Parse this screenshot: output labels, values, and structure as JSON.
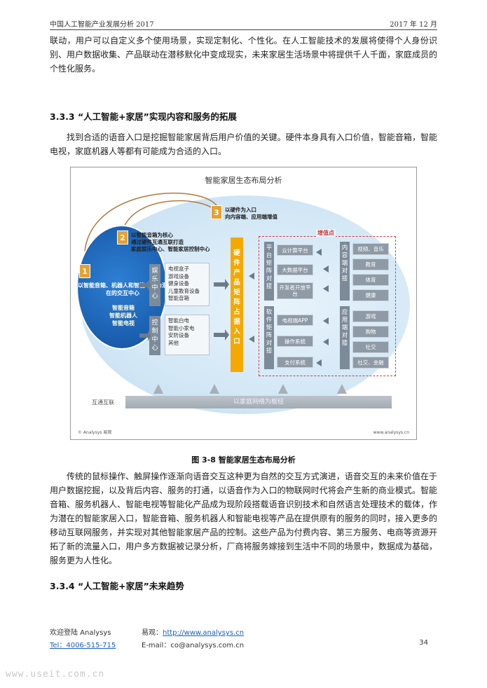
{
  "header": {
    "left": "中国人工智能产业发展分析 2017",
    "right": "2017 年 12 月"
  },
  "body": {
    "p1": "联动，用户可以自定义多个使用场景，实现定制化、个性化。在人工智能技术的发展将使得个人身份识别、用户数据收集、产品联动在潜移默化中变成现实，未来家居生活场景中将提供千人千面，家庭成员的个性化服务。",
    "section1": "3.3.3 “人工智能+家居”实现内容和服务的拓展",
    "p2": "找到合适的语音入口是挖掘智能家居背后用户价值的关键。硬件本身具有入口价值，智能音箱，智能电视，家庭机器人等都有可能成为合适的入口。",
    "p3": "传统的鼠标操作、触屏操作逐渐向语音交互这种更为自然的交互方式演进，语音交互的未来价值在于用户数据挖掘，以及背后内容、服务的打通，以语音作为入口的物联网时代将会产生新的商业模式。智能音箱、服务机器人、智能电视等智能化产品成为现阶段搭载语音识别技术和自然语言处理技术的载体，作为潜在的智能家居入口，智能音箱、服务机器人和智能电视等产品在提供原有的服务的同时，接入更多的移动互联网服务，并实现对其他智能家居产品的控制。这些产品为付费内容、第三方服务、电商等资源开拓了新的流量入口，用户多方数据被记录分析，厂商将服务嫁接到生活中不同的场景中，数据成为基础，服务更为人性化。",
    "section2": "3.3.4 “人工智能+家居”未来趋势"
  },
  "figure": {
    "title": "智能家居生态布局分析",
    "badge1": "1",
    "badge2": "2",
    "badge3": "3",
    "step2_text": "以智能音箱为核心\n通过硬件互通互联打造\n家庭娱乐中心、智能家居控制中心",
    "step3_text": "以硬件为入口\n向内容端、应用端增值",
    "circle_text": "以智能音箱、机器人和智能电视为潜在的交互中心",
    "circle_sub": "智能音箱\n智能机器人\n智能电视",
    "ent_center": "娱乐中心",
    "ent_list": "电视盒子\n游戏设备\n健身设备\n儿童教育设备\n智能音箱",
    "ctrl_center": "控制中心",
    "ctrl_list": "智能白电\n智能小家电\n安防设备\n其他",
    "hw_bar": "硬件产品矩阵占据入口",
    "value_label": "增值点",
    "platform_group": "平台矩阵对接",
    "platform_items": [
      "云计算平台",
      "大数据平台",
      "开发者开放平台"
    ],
    "software_group": "软件矩阵对接",
    "software_items": [
      "电视端APP",
      "操作系统",
      "支付系统"
    ],
    "content_group": "内容端对接",
    "content_items": [
      "视频、音乐",
      "教育",
      "体育",
      "健康"
    ],
    "app_group": "应用端对接",
    "app_items": [
      "游戏",
      "购物",
      "社交",
      "社交、金融"
    ],
    "interconnect": "互通互联",
    "network_hub": "以家庭网络为枢纽",
    "footer_left": "© Analysys 易观",
    "footer_right": "www.analysys.cn"
  },
  "caption": "图 3-8 智能家居生态布局分析",
  "footer": {
    "welcome": "欢迎登陆 Analysys",
    "site_label": "易观：",
    "site_url": "http://www.analysys.cn",
    "tel": "Tel：4006-515-715",
    "email": "E-mail：co@analysys.com.cn",
    "page": "34"
  },
  "watermark": "www.useit.com.cn"
}
